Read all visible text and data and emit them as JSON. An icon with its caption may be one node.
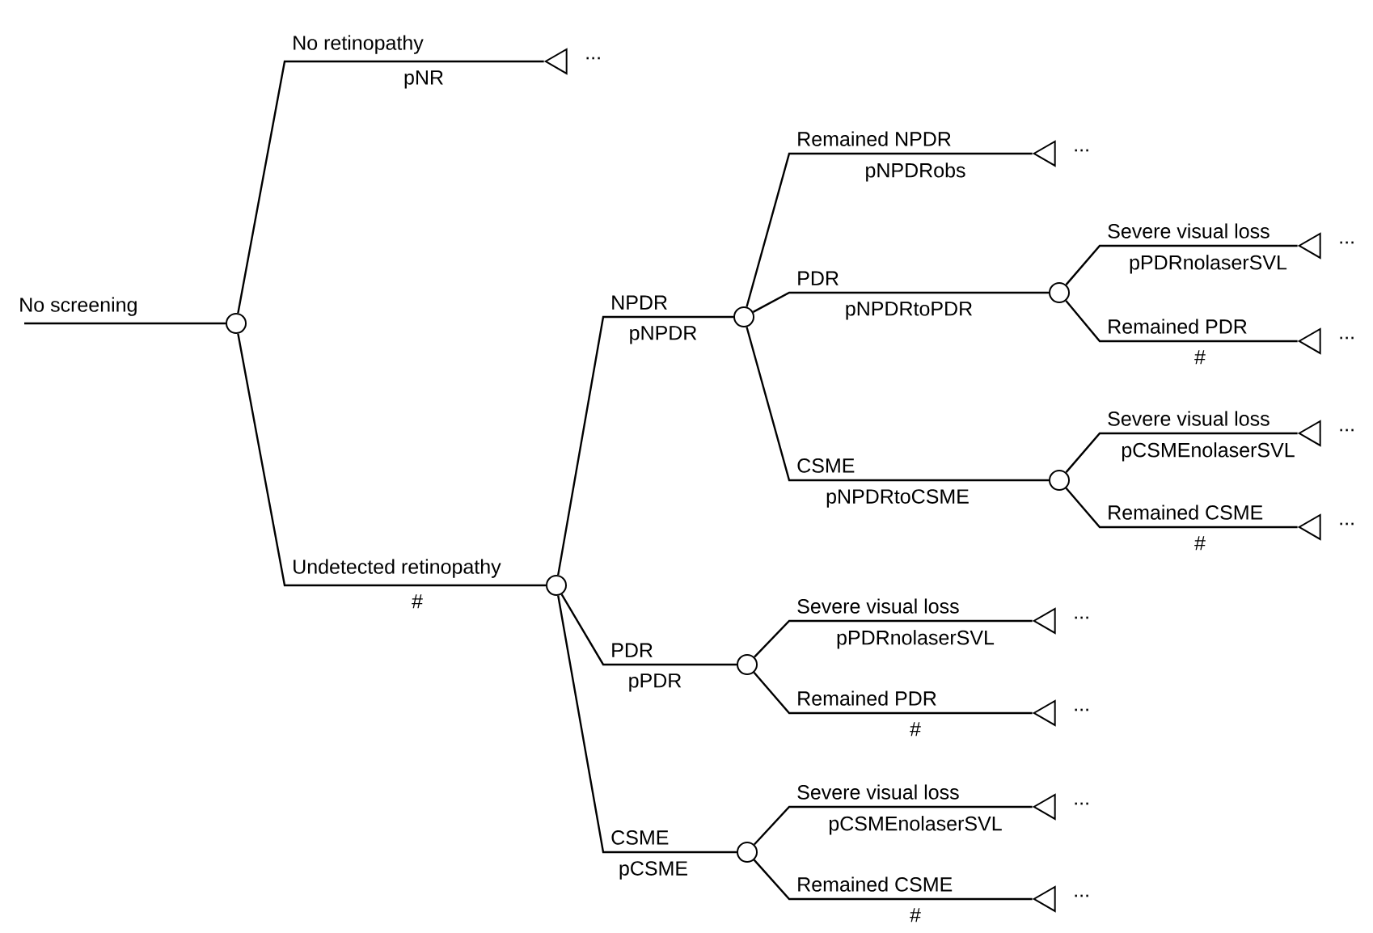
{
  "diagram": {
    "nodes": [
      {
        "text": [],
        "shape": "circle"
      },
      {
        "text": [],
        "shape": "triangle",
        "beside": [
          "..."
        ]
      },
      {
        "text": [],
        "shape": "circle"
      },
      {
        "text": [],
        "shape": "circle"
      },
      {
        "text": [],
        "shape": "triangle",
        "beside": [
          "..."
        ]
      },
      {
        "text": [],
        "shape": "circle"
      },
      {
        "text": [],
        "shape": "triangle",
        "beside": [
          "..."
        ]
      },
      {
        "text": [],
        "shape": "triangle",
        "beside": [
          "..."
        ]
      },
      {
        "text": [],
        "shape": "circle"
      },
      {
        "text": [],
        "shape": "triangle",
        "beside": [
          "..."
        ]
      },
      {
        "text": [],
        "shape": "triangle",
        "beside": [
          "..."
        ]
      },
      {
        "text": [],
        "shape": "circle"
      },
      {
        "text": [],
        "shape": "triangle",
        "beside": [
          "..."
        ]
      },
      {
        "text": [],
        "shape": "triangle",
        "beside": [
          "..."
        ]
      },
      {
        "text": [],
        "shape": "circle"
      },
      {
        "text": [],
        "shape": "triangle",
        "beside": [
          "..."
        ]
      },
      {
        "text": [],
        "shape": "triangle",
        "beside": [
          "..."
        ]
      }
    ],
    "edges": [
      {
        "from": null,
        "to": 0,
        "arrow": "none",
        "label": "No screening"
      },
      {
        "from": 0,
        "to": 1,
        "arrow": "none",
        "label": "No retinopathy"
      },
      {
        "from": 0,
        "to": 2,
        "arrow": "none",
        "label": "Undetected retinopathy"
      },
      {
        "from": 2,
        "to": 3,
        "arrow": "none",
        "label": "NPDR"
      },
      {
        "from": 3,
        "to": 4,
        "arrow": "none",
        "label": "Remained NPDR"
      },
      {
        "from": 3,
        "to": 5,
        "arrow": "none",
        "label": "PDR"
      },
      {
        "from": 5,
        "to": 6,
        "arrow": "none",
        "label": "Severe visual loss"
      },
      {
        "from": 5,
        "to": 7,
        "arrow": "none",
        "label": "Remained PDR"
      },
      {
        "from": 3,
        "to": 8,
        "arrow": "none",
        "label": "CSME"
      },
      {
        "from": 8,
        "to": 9,
        "arrow": "none",
        "label": "Severe visual loss"
      },
      {
        "from": 8,
        "to": 10,
        "arrow": "none",
        "label": "Remained CSME"
      },
      {
        "from": 2,
        "to": 11,
        "arrow": "none",
        "label": "PDR"
      },
      {
        "from": 11,
        "to": 12,
        "arrow": "none",
        "label": "Severe visual loss"
      },
      {
        "from": 11,
        "to": 13,
        "arrow": "none",
        "label": "Remained PDR"
      },
      {
        "from": 2,
        "to": 14,
        "arrow": "none",
        "label": "CSME"
      },
      {
        "from": 14,
        "to": 15,
        "arrow": "none",
        "label": "Severe visual loss"
      },
      {
        "from": 14,
        "to": 16,
        "arrow": "none",
        "label": "Remained CSME"
      }
    ],
    "labels": [
      "pNR",
      "#",
      "pNPDR",
      "pNPDRobs",
      "pNPDRtoPDR",
      "pPDRnolaserSVL",
      "#",
      "pNPDRtoCSME",
      "pCSMEnolaserSVL",
      "#",
      "pPDR",
      "pPDRnolaserSVL",
      "#",
      "pCSME",
      "pCSMEnolaserSVL",
      "#"
    ]
  }
}
